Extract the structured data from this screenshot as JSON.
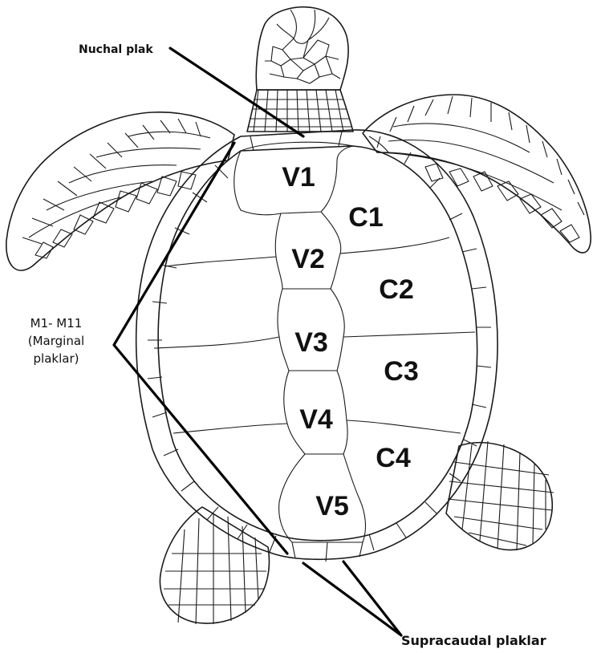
{
  "scutes": {
    "vertebral": [
      "V1",
      "V2",
      "V3",
      "V4",
      "V5"
    ],
    "costal": [
      "C1",
      "C2",
      "C3",
      "C4"
    ]
  },
  "callouts": {
    "nuchal": "Nuchal plak",
    "marginal_line1": "M1- M11",
    "marginal_line2": "(Marginal",
    "marginal_line3": "plaklar)",
    "supracaudal": "Supracaudal plaklar"
  }
}
